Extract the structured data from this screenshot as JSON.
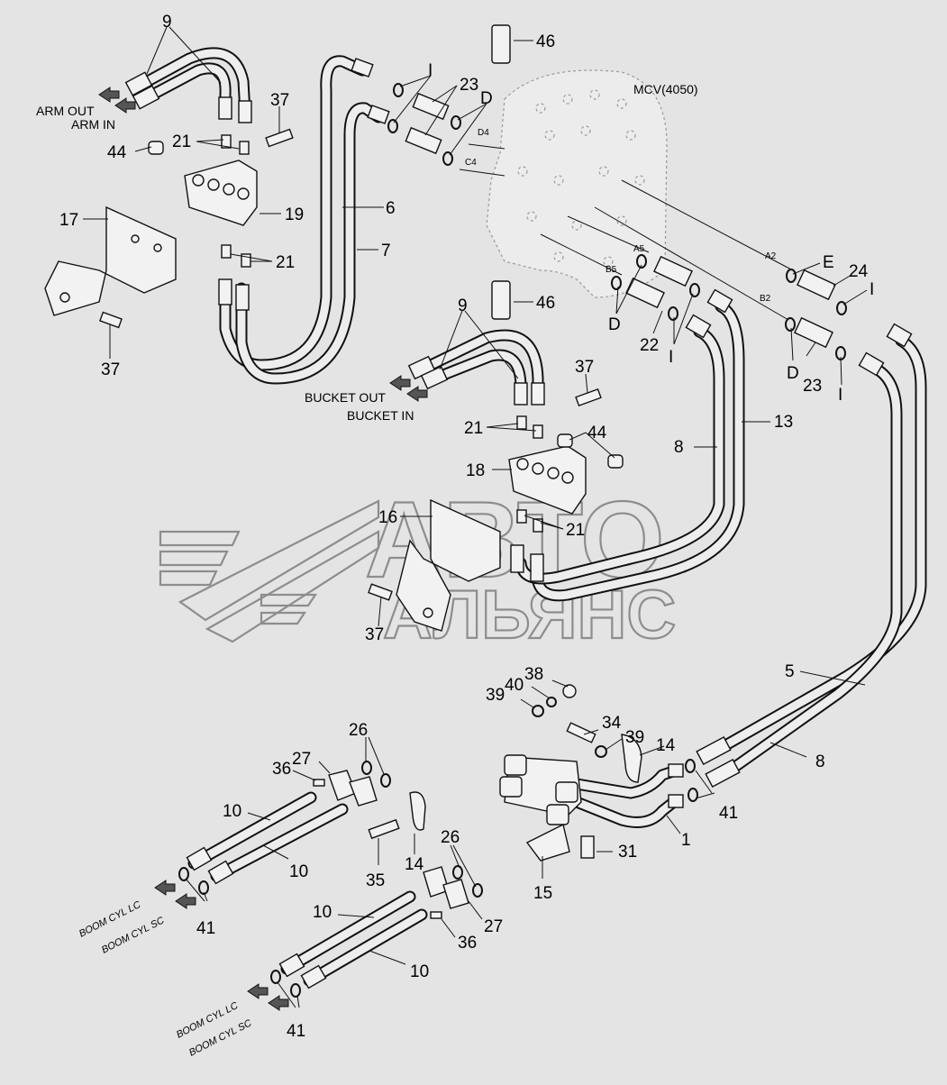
{
  "watermark": {
    "line1": "АВТО",
    "line2": "АЛЬЯНС"
  },
  "mcv_label": "MCV(4050)",
  "flow_labels": {
    "arm_out": "ARM OUT",
    "arm_in": "ARM IN",
    "bucket_out": "BUCKET OUT",
    "bucket_in": "BUCKET IN",
    "boom_cyl_lc_1": "BOOM CYL LC",
    "boom_cyl_sc_1": "BOOM CYL SC",
    "boom_cyl_lc_2": "BOOM CYL LC",
    "boom_cyl_sc_2": "BOOM CYL SC"
  },
  "ports": {
    "d4": "D4",
    "c4": "C4",
    "a5": "A5",
    "b5": "B5",
    "a2": "A2",
    "b2": "B2"
  },
  "callouts": {
    "c9a": "9",
    "c21a": "21",
    "c44a": "44",
    "c37a": "37",
    "c17": "17",
    "c19": "19",
    "c21b": "21",
    "c37b": "37",
    "c6": "6",
    "c7": "7",
    "cIa": "I",
    "c23a": "23",
    "cDa": "D",
    "c46a": "46",
    "c46b": "46",
    "cE": "E",
    "c24": "24",
    "cIb": "I",
    "cD2": "D",
    "c22": "22",
    "cIc": "I",
    "cD3": "D",
    "c23b": "23",
    "cId": "I",
    "c9b": "9",
    "c37c": "37",
    "c44b": "44",
    "c21c": "21",
    "c18": "18",
    "c16": "16",
    "c21d": "21",
    "c37d": "37",
    "c8a": "8",
    "c13": "13",
    "c5": "5",
    "c8b": "8",
    "c38": "38",
    "c40": "40",
    "c39a": "39",
    "c26a": "26",
    "c34": "34",
    "c39b": "39",
    "c14a": "14",
    "c27a": "27",
    "c36a": "36",
    "c10a": "10",
    "c10b": "10",
    "c41a": "41",
    "c35": "35",
    "c14b": "14",
    "c26b": "26",
    "c31": "31",
    "c15": "15",
    "c1": "1",
    "c41b": "41",
    "c10c": "10",
    "c27b": "27",
    "c36b": "36",
    "c10d": "10",
    "c41c": "41"
  }
}
